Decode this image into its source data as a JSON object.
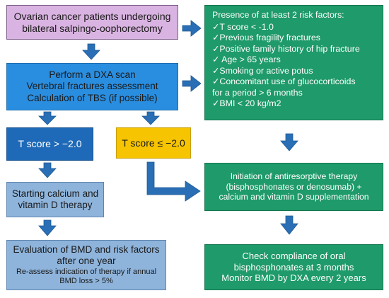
{
  "colors": {
    "purple_box": "#d9b3e1",
    "blue_box": "#2a8ee0",
    "dark_blue_box": "#1f6ab8",
    "yellow_box": "#f6c400",
    "light_blue_box": "#8eb4dc",
    "green_box": "#1f9a6a",
    "arrow": "#2a6fb5"
  },
  "patients_box": {
    "lines": [
      "Ovarian cancer patients undergoing",
      "bilateral salpingo-oophorectomy"
    ]
  },
  "dxa_box": {
    "lines": [
      "Perform a DXA scan",
      "Vertebral fractures assessment",
      "Calculation of TBS (if possible)"
    ]
  },
  "tscore_high": {
    "label": "T score > −2.0"
  },
  "tscore_low": {
    "label": "T score ≤ −2.0"
  },
  "calcium_box": {
    "lines": [
      "Starting calcium and",
      "vitamin D therapy"
    ]
  },
  "bmd_eval_box": {
    "line1": "Evaluation of BMD and risk factors",
    "line2": "after one year",
    "line3": "Re-assess indication of therapy if annual",
    "line4": "BMD loss > 5%"
  },
  "risk_box": {
    "title": "Presence of at least 2 risk factors:",
    "items": [
      "✓T score < -1.0",
      "✓Previous fragility fractures",
      "✓Positive family history of hip fracture",
      "✓ Age > 65 years",
      "✓Smoking or active potus",
      "✓Concomitant use of glucocorticoids",
      "for a period > 6 months",
      "✓BMI < 20 kg/m2"
    ]
  },
  "antiresorptive_box": {
    "lines": [
      "Initiation of antiresorptive therapy",
      "(bisphosphonates or denosumab) +",
      "calcium and vitamin D supplementation"
    ]
  },
  "compliance_box": {
    "lines": [
      "Check compliance of oral",
      "bisphosphonates at 3 months",
      "Monitor BMD by DXA every 2 years"
    ]
  }
}
